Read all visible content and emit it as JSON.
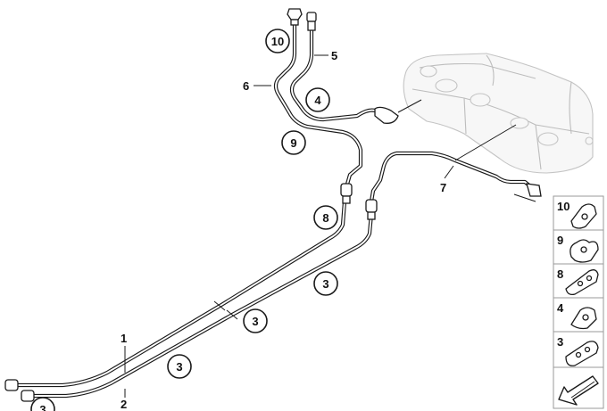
{
  "callouts": {
    "c10": "10",
    "c4": "4",
    "c9": "9",
    "c8": "8",
    "c3a": "3",
    "c3b": "3",
    "c3c": "3",
    "c3d": "3"
  },
  "labels": {
    "l5": "5",
    "l6": "6",
    "l7": "7",
    "l1": "1",
    "l2": "2"
  },
  "legend": {
    "items": [
      {
        "number": "10",
        "icon": "clip-10-icon"
      },
      {
        "number": "9",
        "icon": "clip-9-icon"
      },
      {
        "number": "8",
        "icon": "clip-8-icon"
      },
      {
        "number": "4",
        "icon": "clip-4-icon"
      },
      {
        "number": "3",
        "icon": "clip-3-icon"
      }
    ],
    "arrow_icon": "direction-arrow-icon"
  }
}
